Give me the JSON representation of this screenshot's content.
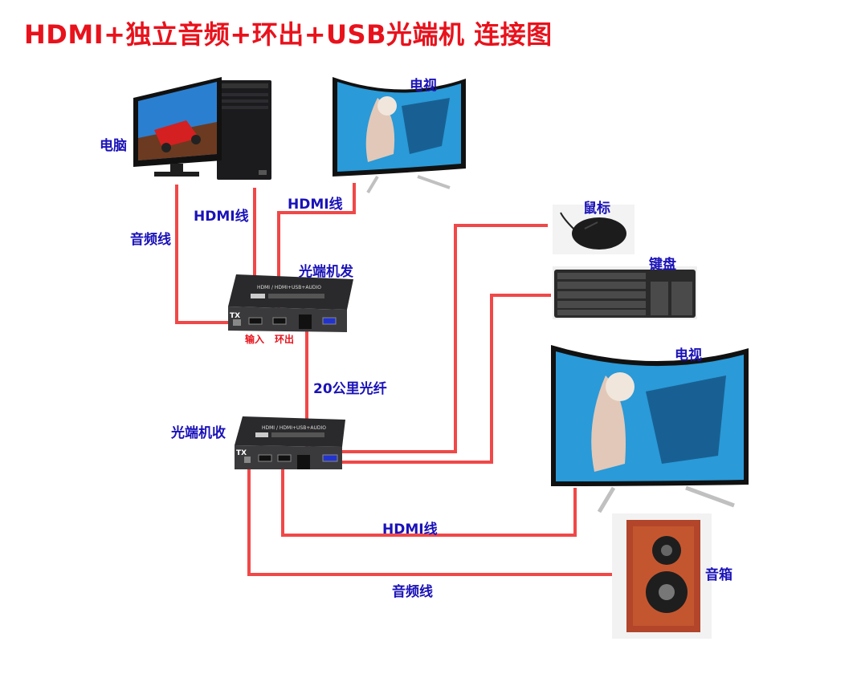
{
  "title": "HDMI+独立音频+环出+USB光端机 连接图",
  "labels": {
    "computer": "电脑",
    "tv_top": "电视",
    "hdmi_cable_1": "HDMI线",
    "hdmi_cable_2": "HDMI线",
    "audio_cable_1": "音频线",
    "mouse": "鼠标",
    "keyboard": "键盘",
    "transmitter": "光端机发",
    "input": "输入",
    "loop_out": "环出",
    "fiber": "20公里光纤",
    "receiver": "光端机收",
    "tv_bottom": "电视",
    "hdmi_cable_3": "HDMI线",
    "speaker": "音箱",
    "audio_cable_2": "音频线"
  },
  "device_text": {
    "tx_top": "HDMI / HDMI+USB+AUDIO",
    "tx_badge": "TX",
    "rx_top": "HDMI / HDMI+USB+AUDIO",
    "rx_badge": "TX"
  },
  "colors": {
    "title": "#e8121c",
    "label": "#1a12b8",
    "wire": "#f04848"
  }
}
